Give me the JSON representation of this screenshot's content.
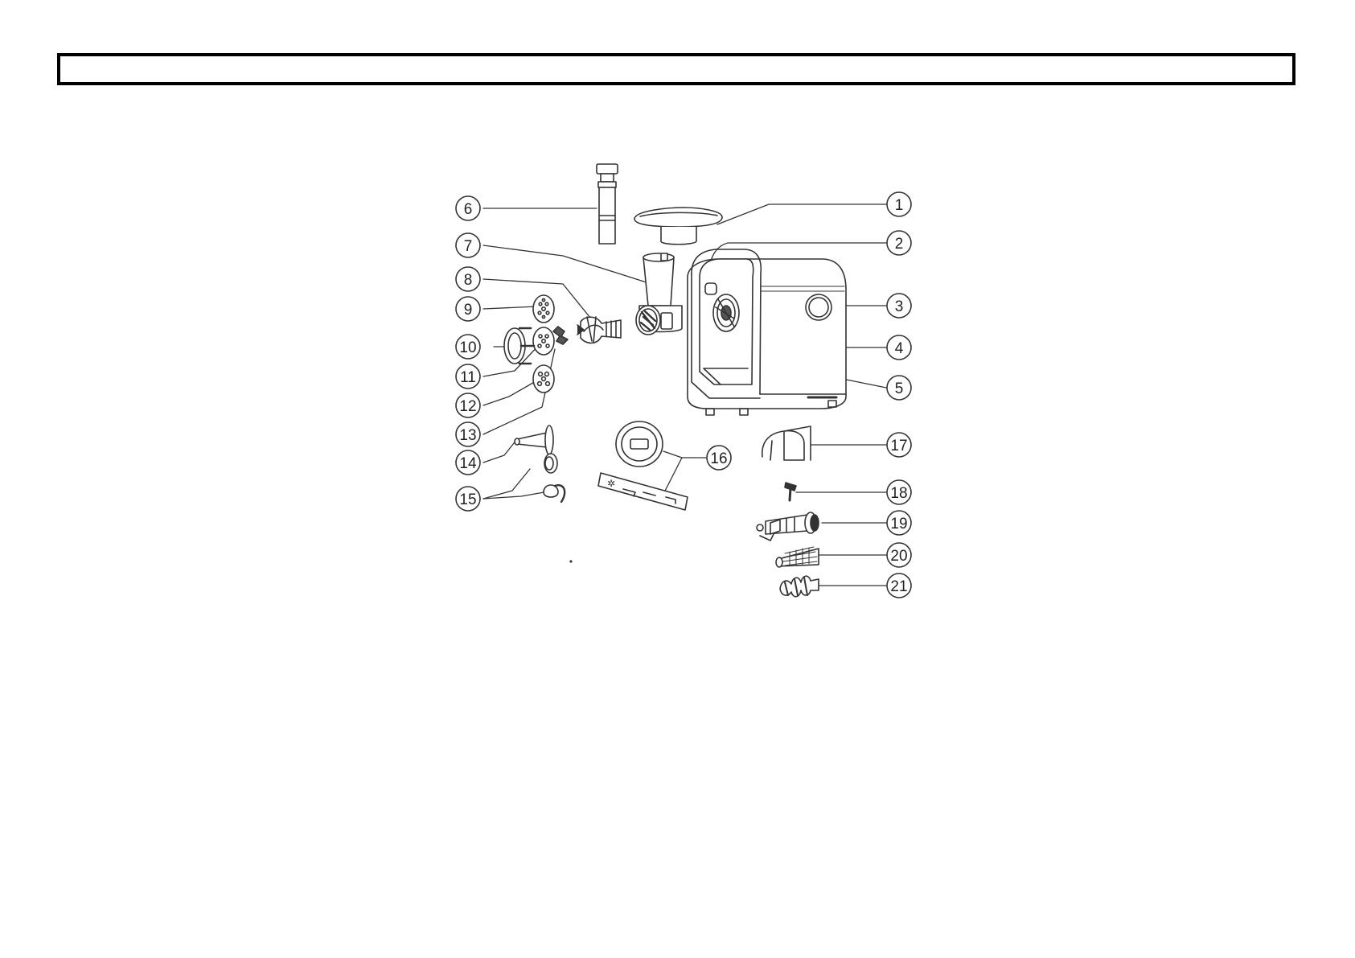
{
  "header": {
    "title": ""
  },
  "diagram": {
    "line_color": "#333333",
    "callouts": [
      {
        "number": "1",
        "part": "tray"
      },
      {
        "number": "2",
        "part": "reverse-button"
      },
      {
        "number": "3",
        "part": "on-off-switch"
      },
      {
        "number": "4",
        "part": "motor-housing"
      },
      {
        "number": "5",
        "part": "drive-socket"
      },
      {
        "number": "6",
        "part": "food-pusher"
      },
      {
        "number": "7",
        "part": "grinder-head"
      },
      {
        "number": "8",
        "part": "feed-screw"
      },
      {
        "number": "9",
        "part": "cutting-plate"
      },
      {
        "number": "10",
        "part": "ring-nut"
      },
      {
        "number": "11",
        "part": "cutting-plate"
      },
      {
        "number": "12",
        "part": "cutting-plate"
      },
      {
        "number": "13",
        "part": "cutting-blade"
      },
      {
        "number": "14",
        "part": "sausage-attachment"
      },
      {
        "number": "15",
        "part": "kibbe-attachment"
      },
      {
        "number": "16",
        "part": "spanner"
      },
      {
        "number": "17",
        "part": "cover"
      },
      {
        "number": "18",
        "part": "screw"
      },
      {
        "number": "19",
        "part": "juicer-housing"
      },
      {
        "number": "20",
        "part": "filter"
      },
      {
        "number": "21",
        "part": "juicer-screw"
      }
    ]
  }
}
